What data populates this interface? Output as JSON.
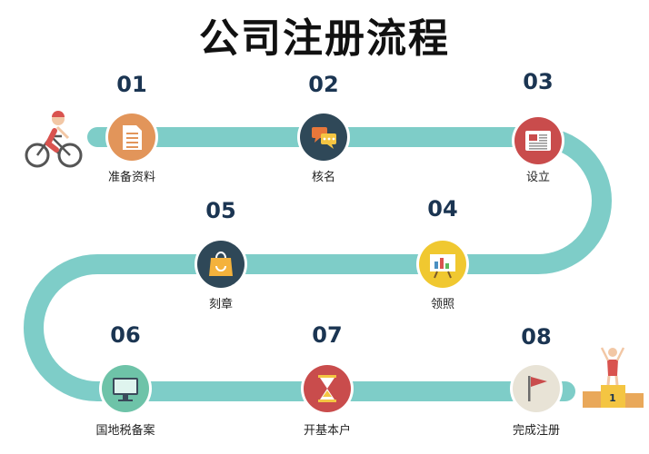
{
  "title": "公司注册流程",
  "colors": {
    "track": "#7ecdc8",
    "number": "#1b3552"
  },
  "steps": [
    {
      "num": "01",
      "label": "准备资料",
      "icon": "document-icon",
      "color": "#e2955a"
    },
    {
      "num": "02",
      "label": "核名",
      "icon": "chat-bubbles-icon",
      "color": "#2f4858"
    },
    {
      "num": "03",
      "label": "设立",
      "icon": "newspaper-icon",
      "color": "#c94c4c"
    },
    {
      "num": "04",
      "label": "领照",
      "icon": "presentation-board-icon",
      "color": "#f0c830"
    },
    {
      "num": "05",
      "label": "刻章",
      "icon": "shopping-bag-icon",
      "color": "#2f4858"
    },
    {
      "num": "06",
      "label": "国地税备案",
      "icon": "monitor-icon",
      "color": "#6ec3a8"
    },
    {
      "num": "07",
      "label": "开基本户",
      "icon": "hourglass-icon",
      "color": "#c94c4c"
    },
    {
      "num": "08",
      "label": "完成注册",
      "icon": "flag-icon",
      "color": "#e8e3d6"
    }
  ],
  "podium_rank": "1"
}
